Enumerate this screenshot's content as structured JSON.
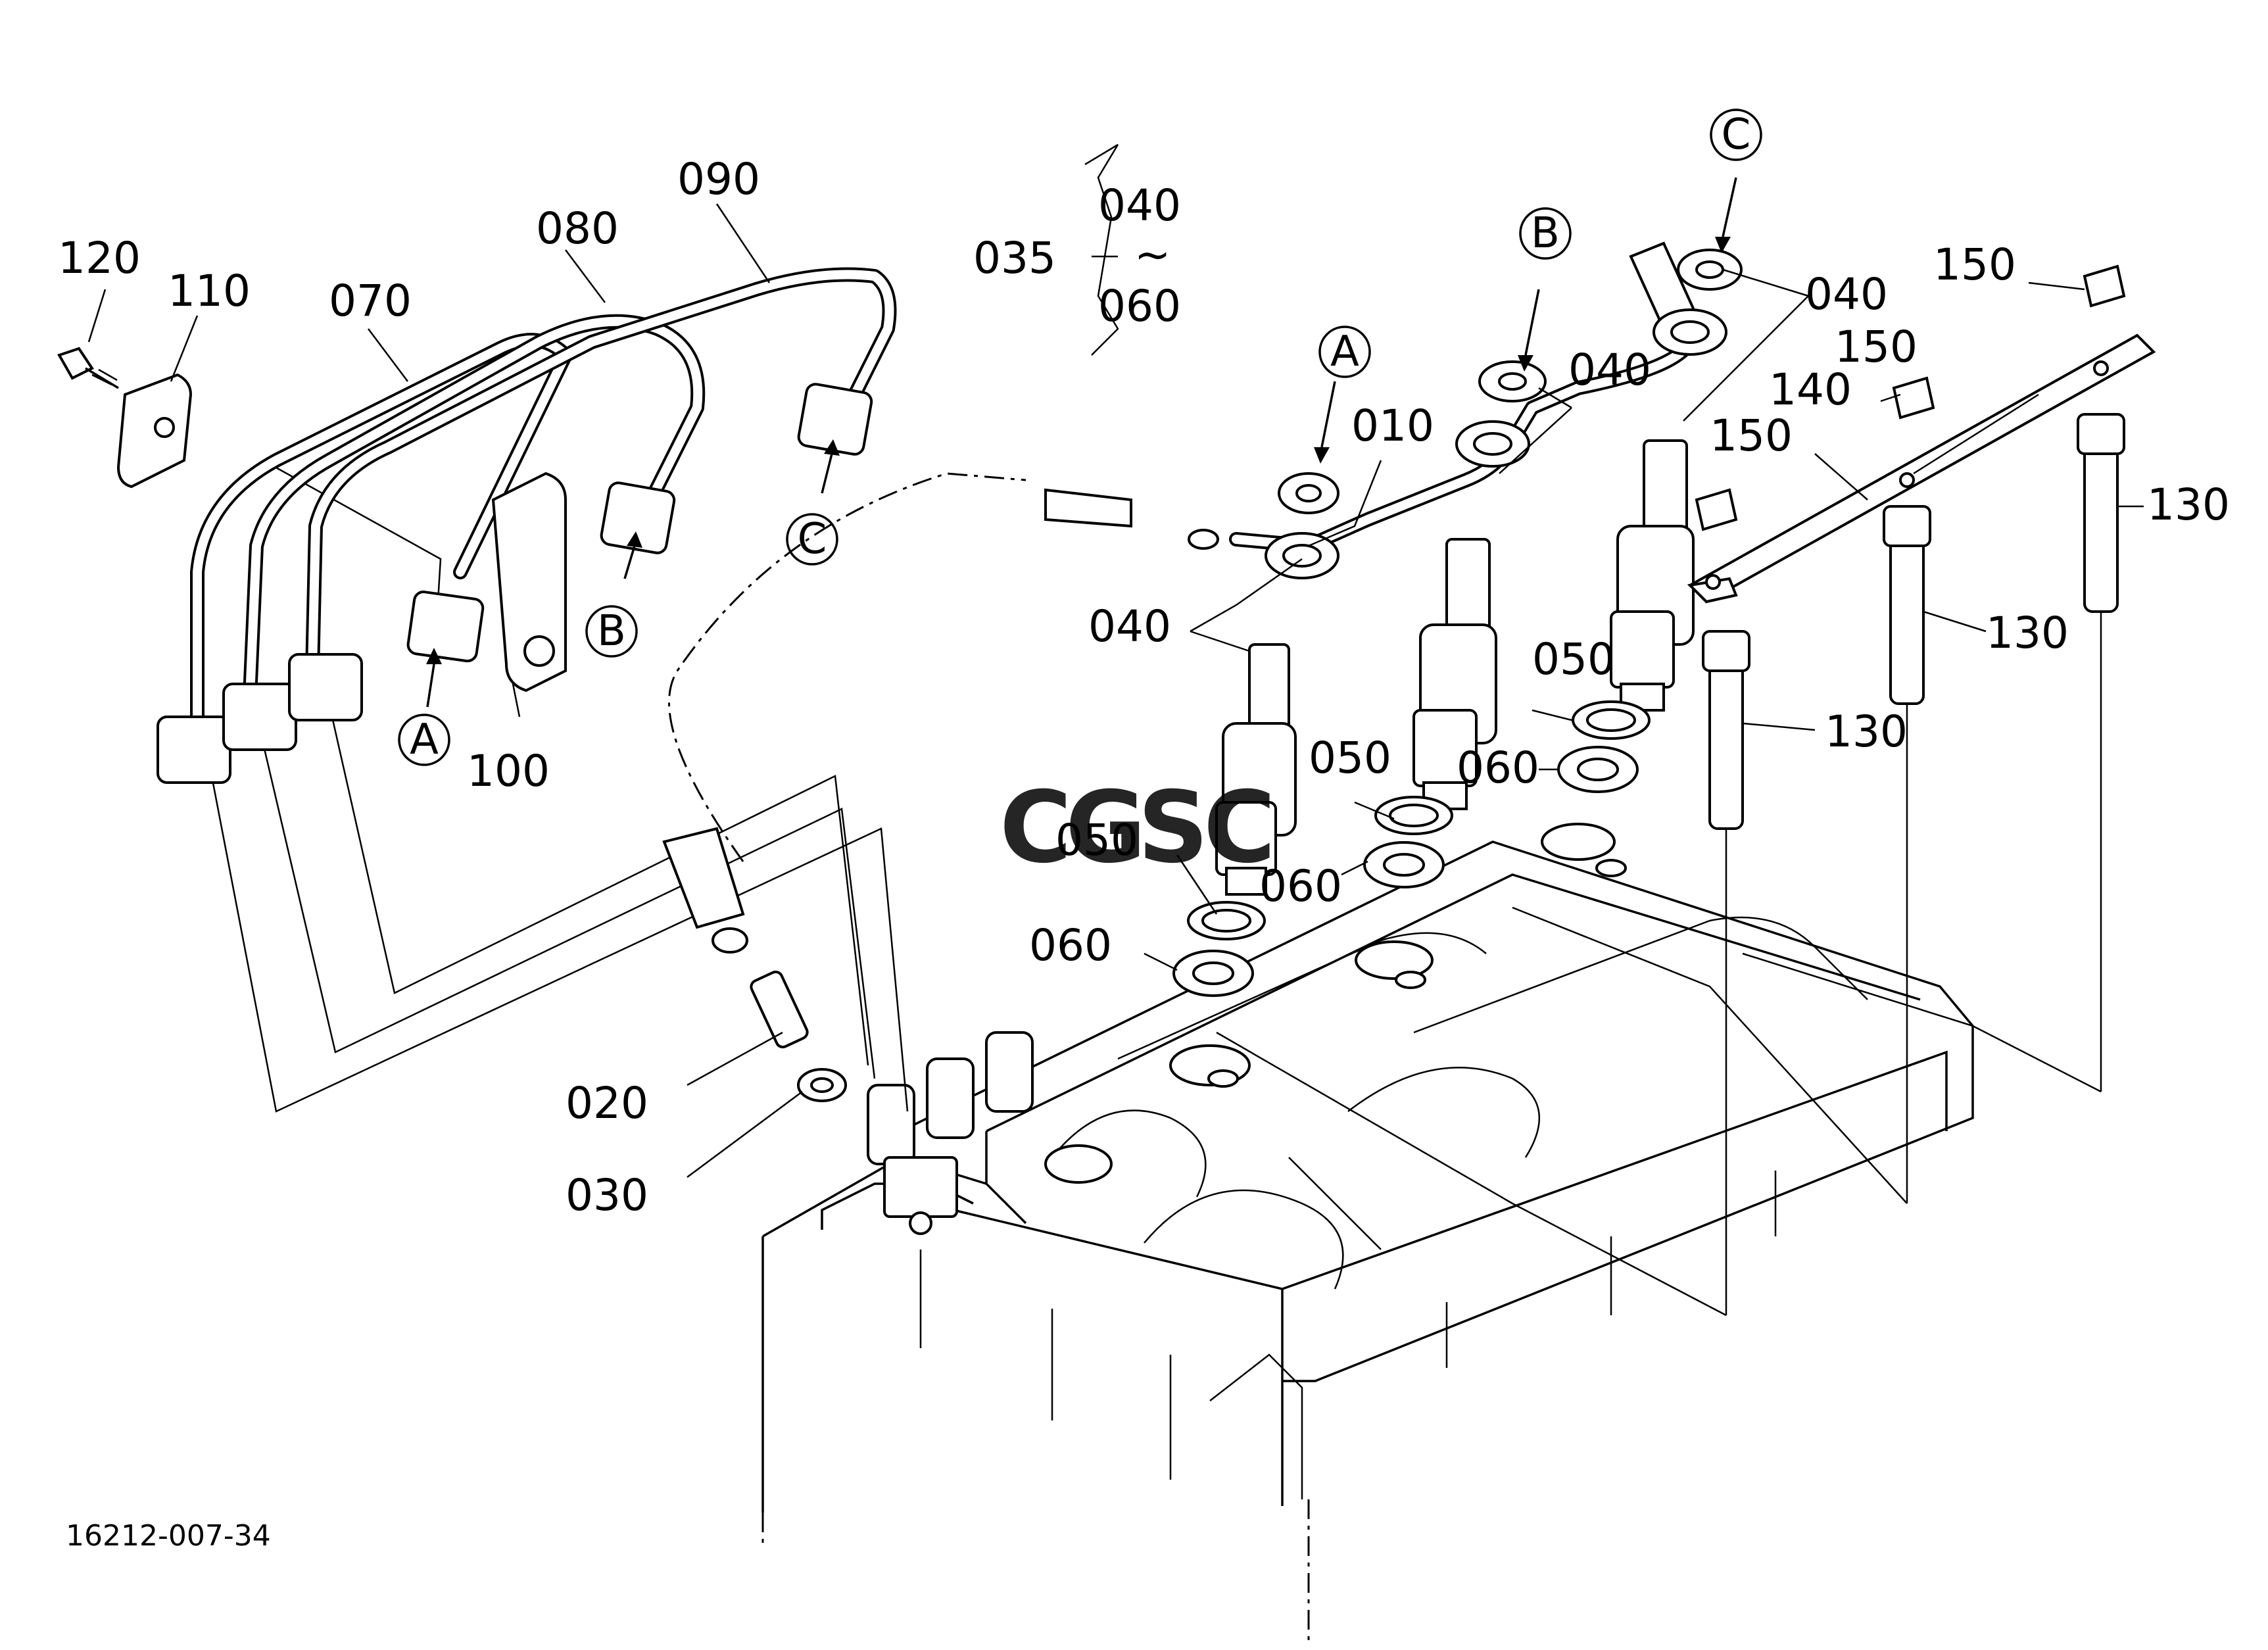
{
  "diagram_id": "16212-007-34",
  "watermark": {
    "letters": [
      "C",
      "G",
      "S",
      "C"
    ],
    "colors": [
      "#4a86e8",
      "#e06666",
      "#f1c232",
      "#6aa84f"
    ]
  },
  "callouts": {
    "p010": "010",
    "p020": "020",
    "p030": "030",
    "p035": "035",
    "p040_range_start": "040",
    "p040_range_tilde": "~",
    "p060_range_end": "060",
    "p040_a": "040",
    "p040_b": "040",
    "p040_c": "040",
    "p050_a": "050",
    "p050_b": "050",
    "p050_c": "050",
    "p060_a": "060",
    "p060_b": "060",
    "p060_c": "060",
    "p070": "070",
    "p080": "080",
    "p090": "090",
    "p100": "100",
    "p110": "110",
    "p120": "120",
    "p130_a": "130",
    "p130_b": "130",
    "p130_c": "130",
    "p140": "140",
    "p150_a": "150",
    "p150_b": "150",
    "p150_c": "150"
  },
  "connectors": {
    "a_left": "A",
    "a_right": "A",
    "b_left": "B",
    "b_right": "B",
    "c_left": "C",
    "c_right": "C"
  }
}
